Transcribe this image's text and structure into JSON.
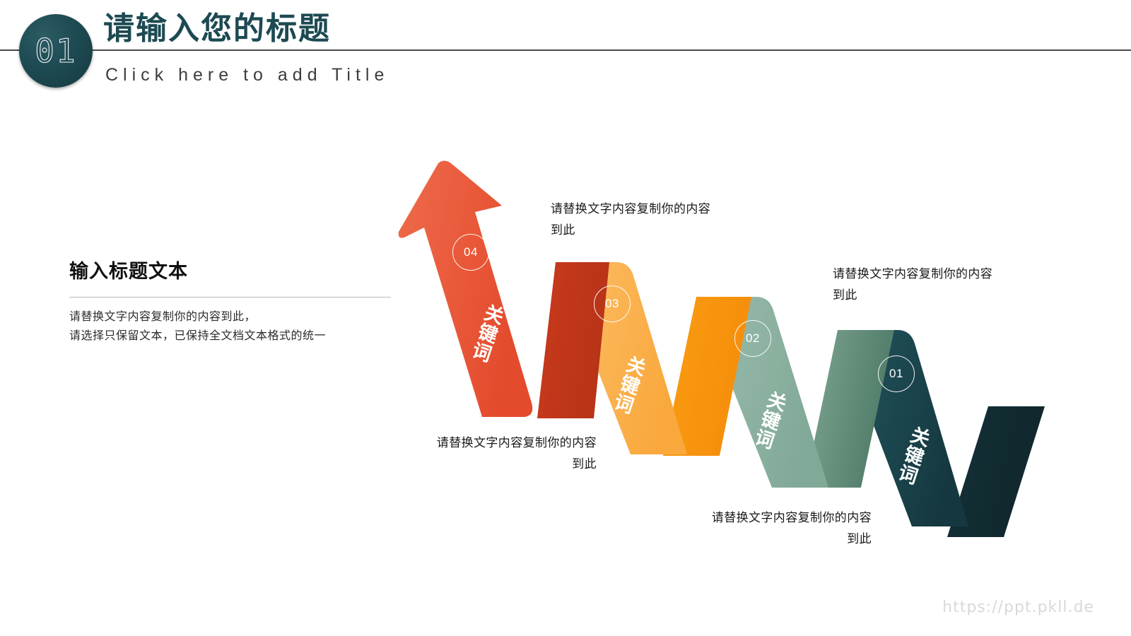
{
  "header": {
    "badge_number": "01",
    "title_cn": "请输入您的标题",
    "title_en": "Click here to add Title"
  },
  "left_panel": {
    "title": "输入标题文本",
    "body_line1": "请替换文字内容复制你的内容到此，",
    "body_line2": "请选择只保留文本，已保持全文档文本格式的统一"
  },
  "diagram": {
    "type": "zigzag-arrow-process",
    "steps": [
      {
        "number": "04",
        "keyword": "关键词",
        "color": "#E8523A",
        "fold_color": "#C43A20",
        "caption_line1": "请替换文字内容复制你的内容",
        "caption_line2": "到此",
        "caption_position": "bottom-left"
      },
      {
        "number": "03",
        "keyword": "关键词",
        "color": "#FBB04C",
        "fold_color": "#F89A1C",
        "caption_line1": "请替换文字内容复制你的内容",
        "caption_line2": "到此",
        "caption_position": "top-right"
      },
      {
        "number": "02",
        "keyword": "关键词",
        "color": "#8EB3A3",
        "fold_color": "#5E8975",
        "caption_line1": "请替换文字内容复制你的内容",
        "caption_line2": "到此",
        "caption_position": "bottom-right"
      },
      {
        "number": "01",
        "keyword": "关键词",
        "color": "#1C4B55",
        "fold_color": "#15333A",
        "caption_line1": "请替换文字内容复制你的内容",
        "caption_line2": "到此",
        "caption_position": "top-far-right"
      }
    ]
  },
  "watermark": "https://ppt.pkll.de",
  "theme": {
    "accent_dark": "#1d4a52",
    "rule": "#4a4a4a",
    "text": "#1a1a1a",
    "muted": "#d9d9d9"
  }
}
